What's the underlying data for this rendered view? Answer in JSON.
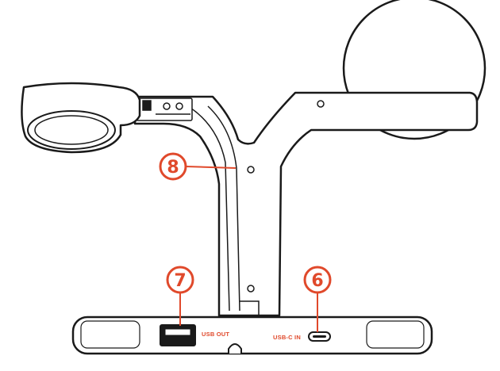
{
  "callouts": [
    {
      "number": "8"
    },
    {
      "number": "7"
    },
    {
      "number": "6"
    }
  ],
  "ports": {
    "usb_out_label": "USB OUT",
    "usb_c_in_label": "USB-C IN"
  },
  "colors": {
    "accent": "#e0492b",
    "line": "#1a1a1a",
    "fill": "#ffffff"
  }
}
